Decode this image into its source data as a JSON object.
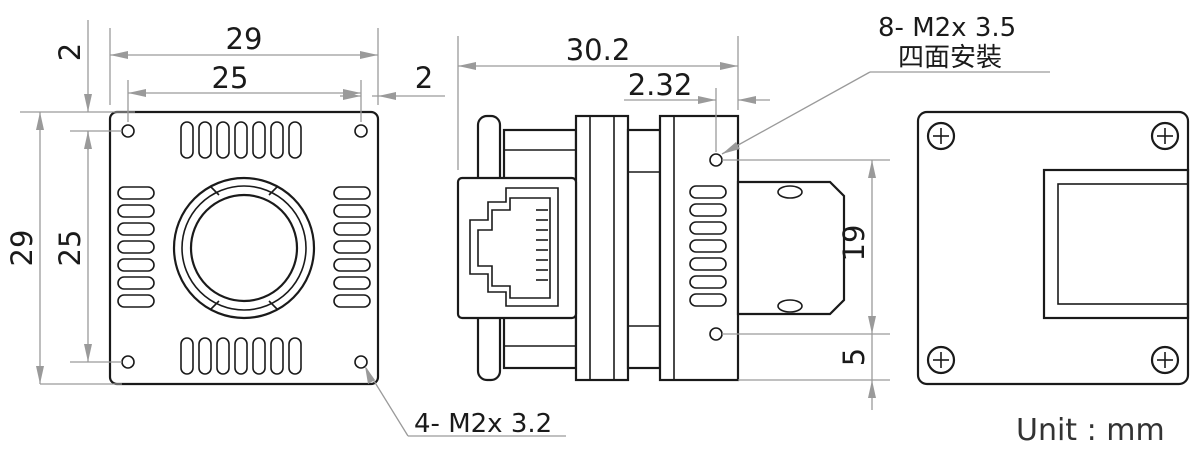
{
  "dimensions": {
    "front_width_outer": "29",
    "front_width_inner": "25",
    "front_offset_top": "2",
    "front_offset_side": "2",
    "front_height_outer": "29",
    "front_height_inner": "25",
    "side_length": "30.2",
    "side_offset": "2.32",
    "back_hole_spacing": "19",
    "back_hole_offset": "5"
  },
  "notes": {
    "side_holes_line1": "8- M2x 3.5",
    "side_holes_line2": "四面安裝",
    "front_holes": "4- M2x 3.2"
  },
  "unit_label": "Unit : mm",
  "colors": {
    "line": "#1a1a1a",
    "dimension": "#9a9a9a",
    "background": "#ffffff"
  }
}
